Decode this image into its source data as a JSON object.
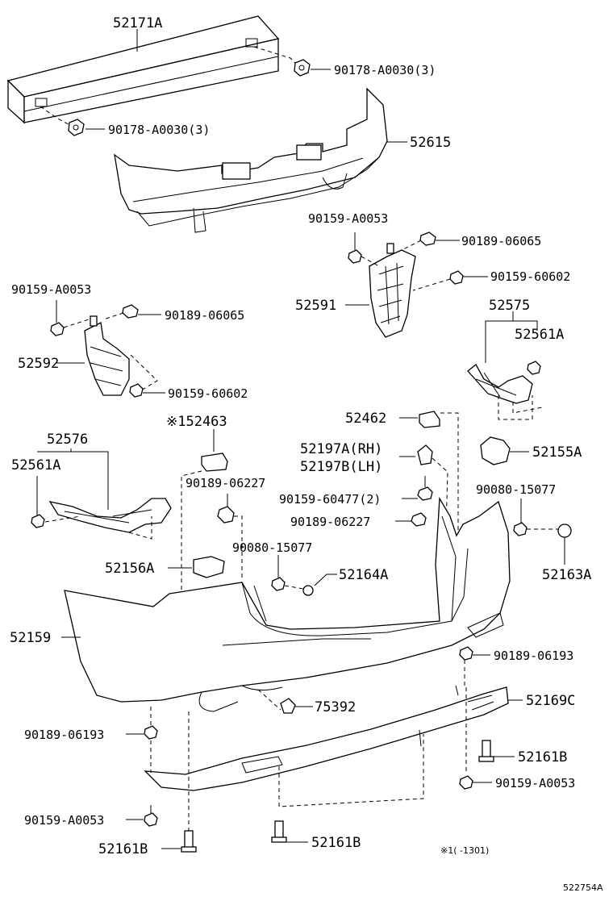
{
  "labels": {
    "p52171A": "52171A",
    "p90178_a": "90178-A0030(3)",
    "p90178_b": "90178-A0030(3)",
    "p52615": "52615",
    "p90159A0053_a": "90159-A0053",
    "p90189_06065_a": "90189-06065",
    "p90159_60602_a": "90159-60602",
    "p52591": "52591",
    "p90159A0053_b": "90159-A0053",
    "p90189_06065_b": "90189-06065",
    "p52592": "52592",
    "p90159_60602_b": "90159-60602",
    "p52575": "52575",
    "p52561A_r": "52561A",
    "p52462": "52462",
    "p52463": "※152463",
    "p52576": "52576",
    "p52561A_l": "52561A",
    "p52197A": "52197A(RH)",
    "p52197B": "52197B(LH)",
    "p52155A": "52155A",
    "p90189_06227_a": "90189-06227",
    "p90159_60477": "90159-60477(2)",
    "p90080_a": "90080-15077",
    "p90189_06227_b": "90189-06227",
    "p90080_b": "90080-15077",
    "p52156A": "52156A",
    "p52164A": "52164A",
    "p52163A": "52163A",
    "p52159": "52159",
    "p90189_06193_r": "90189-06193",
    "p75392": "75392",
    "p52169C": "52169C",
    "p90189_06193_l": "90189-06193",
    "p52161B_r": "52161B",
    "p90159A0053_c": "90159-A0053",
    "p90159A0053_d": "90159-A0053",
    "p52161B_l": "52161B",
    "p52161B_c": "52161B",
    "footnote": "※1(     -1301)",
    "diagram_id": "522754A"
  }
}
